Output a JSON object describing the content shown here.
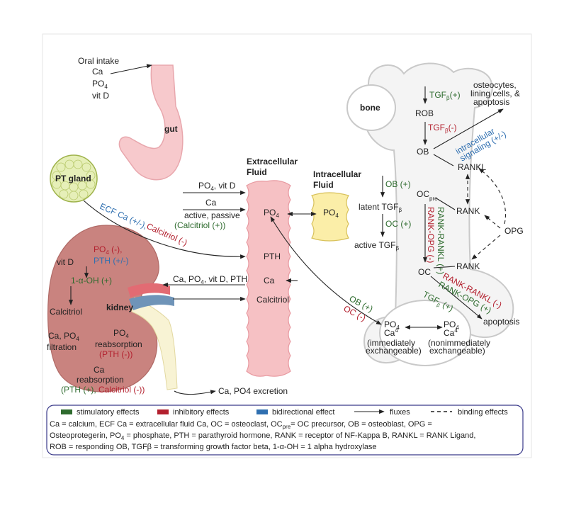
{
  "colors": {
    "stimulatory": "#2e6b2e",
    "inhibitory": "#b3202e",
    "bidirectional": "#2f6fb0",
    "ecf_fill": "#f6c1c4",
    "icf_fill": "#fbeea8",
    "kidney_fill": "#c9837f",
    "gut_fill": "#f7c9cc",
    "gland_fill": "#e6efb8",
    "bone_fill": "#f2f2f2"
  },
  "labels": {
    "oral_intake": "Oral intake",
    "oral_ca": "Ca",
    "oral_po4": "PO",
    "oral_vitd": "vit D",
    "gut": "gut",
    "pt_gland": "PT gland",
    "ecf_title_1": "Extracellular",
    "ecf_title_2": "Fluid",
    "icf_title_1": "Intracellular",
    "icf_title_2": "Fluid",
    "bone": "bone",
    "gut_po4_vitd": "PO",
    "gut_po4_vitd_tail": ", vit D",
    "gut_ca": "Ca",
    "gut_active_passive": "active, passive",
    "gut_calcitriol": "(Calcitriol (+))",
    "ecf_po4": "PO",
    "icf_po4": "PO",
    "ecf_pth": "PTH",
    "ecf_ca": "Ca",
    "ecf_calcitriol": "Calcitriol",
    "ecf_ca_pm": "ECF Ca (+/-),",
    "calcitriol_minus": "Calcitriol (-)",
    "kidney_to_ecf": "Ca, PO",
    "kidney_to_ecf_tail": ", vit D, PTH",
    "kidney_vitd": "vit D",
    "kidney_po4_minus": "PO",
    "kidney_po4_minus_tail": " (-),",
    "kidney_pth_pm": "PTH (+/-)",
    "one_alpha": "1-α-OH (+)",
    "kidney_calcitriol": "Calcitriol",
    "kidney": "kidney",
    "ca_po4_filtration_1": "Ca, PO",
    "ca_po4_filtration_2": "filtration",
    "po4_reabsorption_1": "PO",
    "po4_reabsorption_2": "reabsorption",
    "po4_reabsorption_3": "(PTH (-))",
    "ca_reabsorption_1": "Ca",
    "ca_reabsorption_2": "reabsorption",
    "ca_reabsorption_3a": "(PTH (+),",
    "ca_reabsorption_3b": " Calcitriol (-))",
    "excretion": "Ca, PO4 excretion",
    "ob_plus": "OB (+)",
    "oc_minus": "OC (-)",
    "bone_po4_ca_1": "PO",
    "bone_po4_ca_2": "Ca",
    "immediately_1": "(immediately",
    "immediately_2": "exchangeable)",
    "non_po4_ca_1": "PO",
    "non_po4_ca_2": "Ca",
    "nonimmediately_1": "(nonimmediately",
    "nonimmediately_2": "exchangeable)",
    "tgfb_plus": "TGF",
    "tgfb_plus_tail": "(+)",
    "rob": "ROB",
    "tgfb_minus": "TGF",
    "tgfb_minus_tail": "(-)",
    "ob": "OB",
    "osteocytes_1": "osteocytes,",
    "osteocytes_2": "lining cells, &",
    "osteocytes_3": "apoptosis",
    "intracellular_signaling_1": "intracellular",
    "intracellular_signaling_2": "signaling (+/-)",
    "ob_plus_bone": "OB (+)",
    "latent_tgfb": "latent TGF",
    "oc_plus": "OC (+)",
    "active_tgfb": "active  TGF",
    "rankl": "RANKL",
    "ocpre": "OC",
    "ocpre_sub": "pre",
    "rank_1": "RANK",
    "opg": "OPG",
    "rank_opg_minus": "RANK-OPG (-)",
    "rank_rankl_plus": "RANK-RANKL (+)",
    "oc": "OC",
    "rank_2": "RANK",
    "rank_rankl_minus": "RANK-RANKL (-)",
    "rank_opg_plus": "RANK-OPG (+)",
    "tgfb_plus_2": "TGF",
    "tgfb_plus_2_tail": " (+)",
    "apoptosis": "apoptosis",
    "sub_4": "4",
    "sub_beta": "β"
  },
  "legend": {
    "stimulatory": "stimulatory effects",
    "inhibitory": "inhibitory effects",
    "bidirectional": "bidirectional effect",
    "fluxes": "fluxes",
    "binding": "binding effects",
    "line1a": "Ca = calcium,  ECF Ca = extracellular fluid Ca, OC = osteoclast, OC",
    "line1_sub": "pre",
    "line1b": "= OC precursor, OB = osteoblast, OPG =",
    "line2a": "Osteoprotegerin, PO",
    "line2_sub": "4",
    "line2b": " = phosphate, PTH = parathyroid hormone, RANK = receptor of NF-Kappa B, RANKL = RANK Ligand,",
    "line3": "ROB = responding OB, TGFβ = transforming growth factor beta, 1-α-OH = 1 alpha hydroxylase"
  }
}
